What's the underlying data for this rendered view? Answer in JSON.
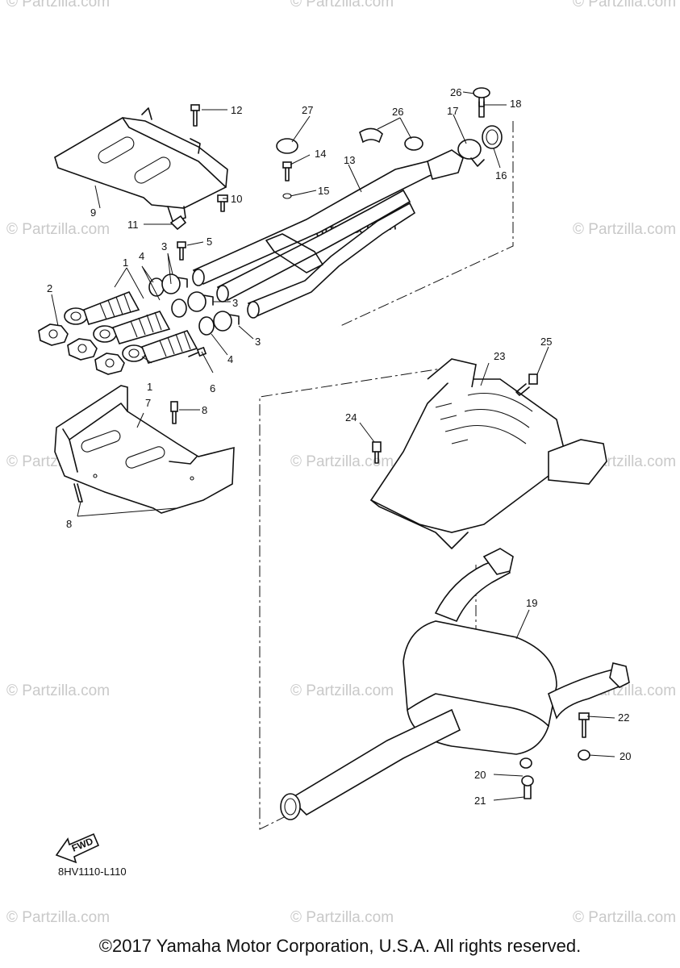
{
  "diagram": {
    "callouts": [
      "1",
      "2",
      "3",
      "4",
      "5",
      "6",
      "7",
      "8",
      "9",
      "10",
      "11",
      "12",
      "13",
      "14",
      "15",
      "16",
      "17",
      "18",
      "19",
      "20",
      "21",
      "22",
      "23",
      "24",
      "25",
      "26",
      "27"
    ],
    "diagram_code": "8HV1110-L110",
    "fwd_label": "FWD"
  },
  "watermark": {
    "main": "© Partzilla.com",
    "repeat": "© Partzilla.com"
  },
  "footer": {
    "copyright": "©2017 Yamaha Motor Corporation, U.S.A. All rights reserved."
  }
}
